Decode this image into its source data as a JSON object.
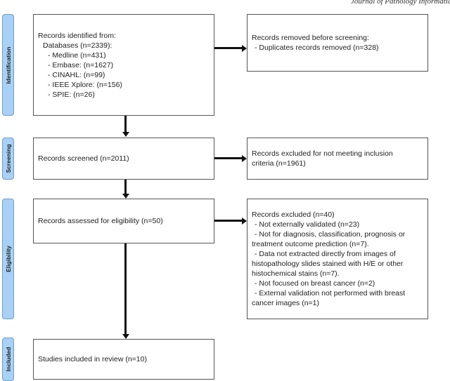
{
  "journal_header": "Journal of Pathology Informatics",
  "stages": {
    "identification": "Identification",
    "screening": "Screening",
    "eligibility": "Eligibility",
    "included": "Included"
  },
  "boxes": {
    "identified": [
      "Records identified from:",
      "Databases (n=2339):",
      "- Medline (n=431)",
      "- Embase: (n=1627)",
      "- CINAHL: (n=99)",
      "- IEEE Xplore: (n=156)",
      "- SPIE: (n=26)"
    ],
    "removed": [
      "Records removed before screening:",
      "- Duplicates records removed (n=328)"
    ],
    "screened": [
      "Records screened (n=2011)"
    ],
    "excluded_screening": [
      "Records excluded for not meeting inclusion",
      "criteria (n=1961)"
    ],
    "assessed": [
      "Records assessed for eligibility (n=50)"
    ],
    "excluded_eligibility": [
      "Records excluded (n=40)",
      "- Not externally validated (n=23)",
      "- Not for diagnosis, classification, prognosis or",
      "treatment outcome prediction (n=7).",
      "- Data not extracted directly from images of",
      "histopathology slides stained with H/E or other",
      "histochemical stains (n=7).",
      "- Not focused on breast cancer (n=2)",
      "- External validation not performed with breast",
      "cancer images (n=1)"
    ],
    "included": [
      "Studies included in review (n=10)"
    ]
  },
  "colors": {
    "stage_fill": "#a9d1f5",
    "arrow": "#111111"
  }
}
